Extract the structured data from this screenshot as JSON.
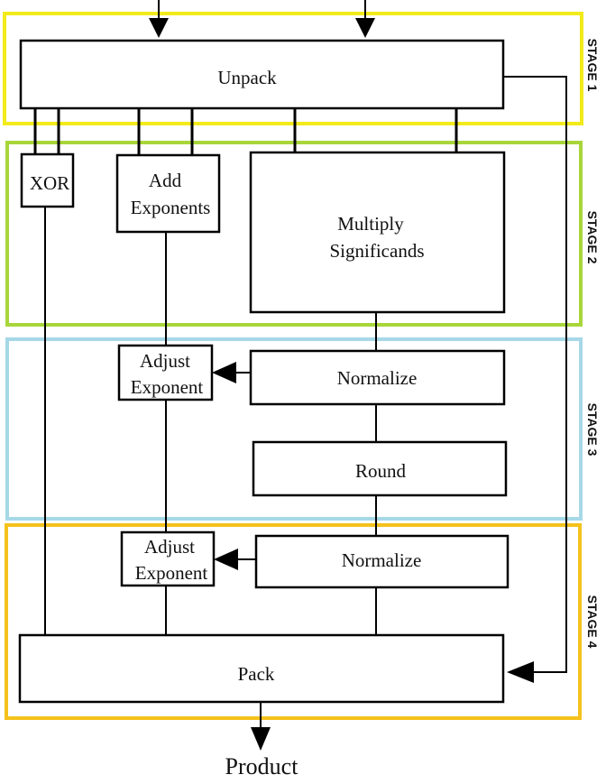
{
  "colors": {
    "stage1": "#F2EA1A",
    "stage2": "#A8D63A",
    "stage3": "#A6D8E8",
    "stage4": "#F4C21C"
  },
  "stages": {
    "stage1": "STAGE 1",
    "stage2": "STAGE 2",
    "stage3": "STAGE 3",
    "stage4": "STAGE 4"
  },
  "boxes": {
    "unpack": "Unpack",
    "xor": "XOR",
    "add_exponents": [
      "Add",
      "Exponents"
    ],
    "multiply_significands": [
      "Multiply",
      "Significands"
    ],
    "adjust_exponent_1": [
      "Adjust",
      "Exponent"
    ],
    "normalize_1": "Normalize",
    "round": "Round",
    "adjust_exponent_2": [
      "Adjust",
      "Exponent"
    ],
    "normalize_2": "Normalize",
    "pack": "Pack"
  },
  "output_label": "Product"
}
